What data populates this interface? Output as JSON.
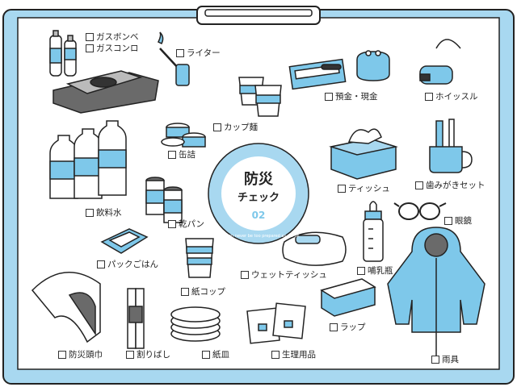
{
  "center": {
    "title": "防災",
    "subtitle": "チェック",
    "number": "02",
    "ring_text": "You can never be too prepared as we don't know what's going to happen."
  },
  "items": [
    {
      "id": "gas-cylinder",
      "label": "ガスボンベ"
    },
    {
      "id": "gas-stove",
      "label": "ガスコンロ"
    },
    {
      "id": "lighter",
      "label": "ライター"
    },
    {
      "id": "deposit-cash",
      "label": "預金・現金"
    },
    {
      "id": "whistle",
      "label": "ホイッスル"
    },
    {
      "id": "cup-noodle",
      "label": "カップ麺"
    },
    {
      "id": "canned-food",
      "label": "缶詰"
    },
    {
      "id": "tissue",
      "label": "ティッシュ"
    },
    {
      "id": "toothbrush-set",
      "label": "歯みがきセット"
    },
    {
      "id": "drinking-water",
      "label": "飲料水"
    },
    {
      "id": "dry-bread",
      "label": "乾パン"
    },
    {
      "id": "glasses",
      "label": "眼鏡"
    },
    {
      "id": "pack-rice",
      "label": "パックごはん"
    },
    {
      "id": "baby-bottle",
      "label": "哺乳瓶"
    },
    {
      "id": "paper-cup",
      "label": "紙コップ"
    },
    {
      "id": "wet-tissue",
      "label": "ウェットティッシュ"
    },
    {
      "id": "wrap",
      "label": "ラップ"
    },
    {
      "id": "disaster-hood",
      "label": "防災頭巾"
    },
    {
      "id": "chopsticks",
      "label": "割りばし"
    },
    {
      "id": "paper-plate",
      "label": "紙皿"
    },
    {
      "id": "sanitary",
      "label": "生理用品"
    },
    {
      "id": "raincoat",
      "label": "雨具"
    }
  ],
  "colors": {
    "frame": "#a8d8f0",
    "accent": "#7ec8ea",
    "line": "#222222",
    "gray": "#6a6a6a"
  }
}
